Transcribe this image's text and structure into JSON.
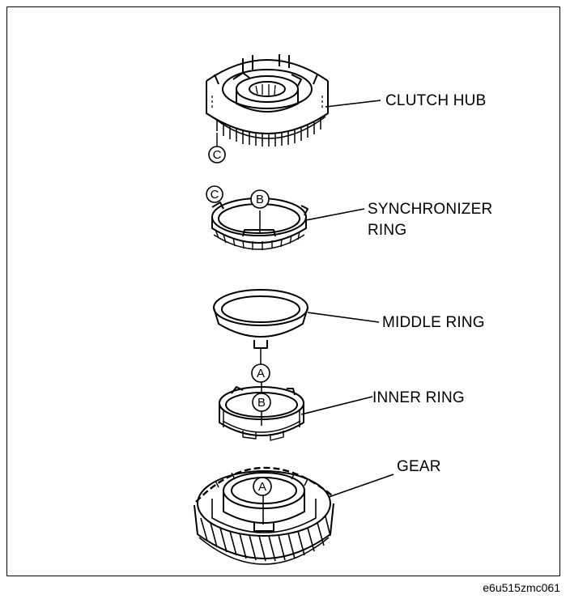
{
  "labels": {
    "clutch_hub": "CLUTCH HUB",
    "synchronizer_ring_line1": "SYNCHRONIZER",
    "synchronizer_ring_line2": "RING",
    "middle_ring": "MIDDLE RING",
    "inner_ring": "INNER RING",
    "gear": "GEAR"
  },
  "markers": {
    "a": "A",
    "b": "B",
    "c": "C"
  },
  "footer": {
    "code": "e6u515zmc061"
  },
  "colors": {
    "line": "#000000",
    "background": "#ffffff"
  }
}
